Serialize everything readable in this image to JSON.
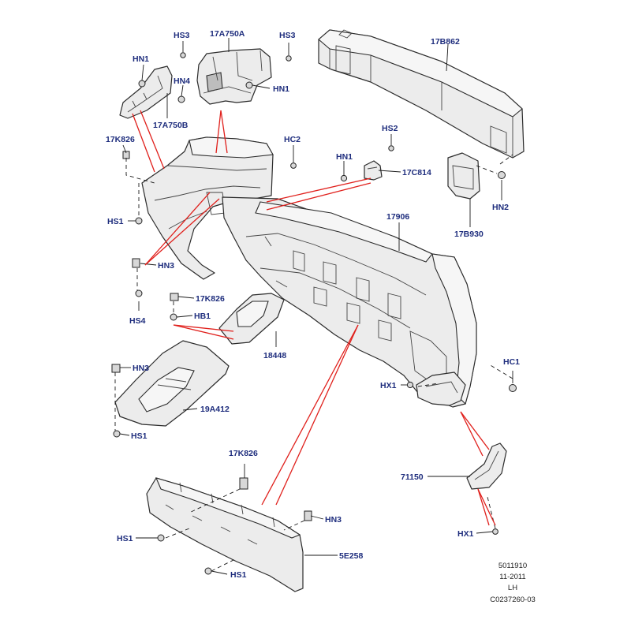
{
  "labels": {
    "hs3_a": "HS3",
    "a17a750a": "17A750A",
    "hs3_b": "HS3",
    "b17b862": "17B862",
    "hn1_a": "HN1",
    "hn4": "HN4",
    "hn1_b": "HN1",
    "a17a750b": "17A750B",
    "k826_a": "17K826",
    "hc2": "HC2",
    "hs2": "HS2",
    "hn1_c": "HN1",
    "c17c814": "17C814",
    "hn2": "HN2",
    "p17906": "17906",
    "hs1_a": "HS1",
    "b17b930": "17B930",
    "hn3_a": "HN3",
    "k826_b": "17K826",
    "hs4": "HS4",
    "hb1": "HB1",
    "p18448": "18448",
    "hc1": "HC1",
    "hn3_b": "HN3",
    "hx1_a": "HX1",
    "a19a412": "19A412",
    "hs1_b": "HS1",
    "k826_c": "17K826",
    "p71150": "71150",
    "hn3_c": "HN3",
    "hs1_c": "HS1",
    "hx1_b": "HX1",
    "e5e258": "5E258",
    "hs1_d": "HS1"
  },
  "reference": {
    "number": "5011910",
    "date": "11-2011",
    "side": "LH",
    "code": "C0237260-03"
  }
}
